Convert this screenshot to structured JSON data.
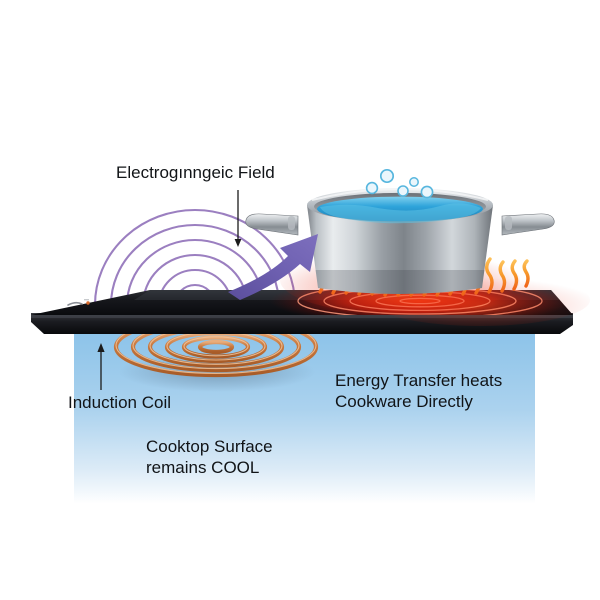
{
  "figure": {
    "title": "Induction Cooktop Energy Transfer Diagram",
    "background_color": "#ffffff"
  },
  "labels": {
    "electromagnetic_field": "Electrogınngeic Field",
    "induction_coil": "Induction Coil",
    "cooktop_surface": "Cooktop Surface\nremains COOL",
    "energy_transfer": "Energy Transfer heats\nCookware Directly"
  },
  "colors": {
    "field_arc": "#9b7fc0",
    "field_arrow": "#6b5bab",
    "coil_copper": "#c9793f",
    "coil_copper_light": "#e8a877",
    "cooktop_black": "#15161a",
    "panel_blue": "#8fc4e8",
    "heat_red": "#e02020",
    "flame_orange": "#f2932a",
    "water_blue": "#2f9fd6",
    "bubble_blue": "#57b6de",
    "steel_light": "#e6e8ea",
    "steel_dark": "#6b7076",
    "text": "#111417",
    "leader_line": "#1b1b1b"
  },
  "elements": {
    "pot": {
      "name": "stainless-steel-pot",
      "handles": 2,
      "contents": "water",
      "bubbles": 5
    },
    "field_arcs": {
      "name": "electromagnetic-field-arcs",
      "arc_count": 6,
      "vertical_line_count": 14
    },
    "coil": {
      "name": "induction-coil-spiral",
      "ring_count": 6
    },
    "heat_zone": {
      "name": "heat-glow-zone",
      "flame_squiggle_count": 17,
      "ring_count": 4
    },
    "cooktop": {
      "name": "cooktop-slab",
      "control_dot_color": "#d8682a"
    }
  }
}
